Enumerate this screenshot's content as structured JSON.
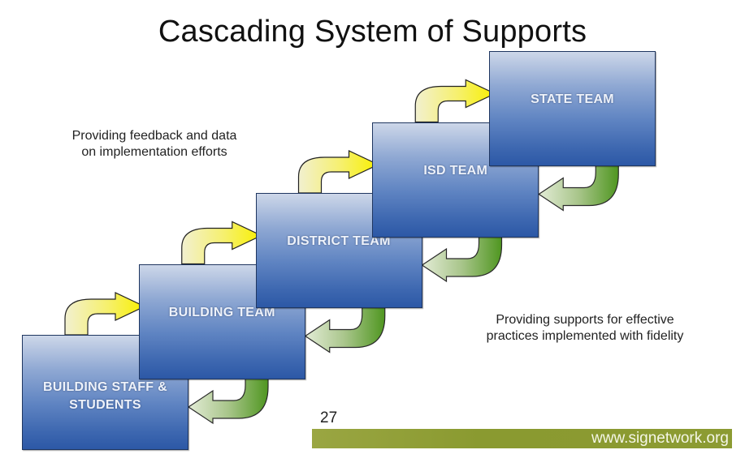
{
  "slide": {
    "title": "Cascading System of Supports",
    "page_number": "27",
    "footer_url": "www.signetwork.org",
    "notes": {
      "upward": [
        "Providing feedback and data",
        "on implementation efforts"
      ],
      "downward": [
        "Providing supports for effective",
        "practices implemented with fidelity"
      ]
    }
  },
  "levels": [
    {
      "label_lines": [
        "BUILDING STAFF &",
        "STUDENTS"
      ]
    },
    {
      "label_lines": [
        "BUILDING TEAM"
      ]
    },
    {
      "label_lines": [
        "DISTRICT TEAM"
      ]
    },
    {
      "label_lines": [
        "ISD TEAM"
      ]
    },
    {
      "label_lines": [
        "STATE TEAM"
      ]
    }
  ],
  "arrows": {
    "upward": {
      "meaning": "feedback",
      "color": "#f5f000"
    },
    "downward": {
      "meaning": "supports",
      "color": "#5e9a2a"
    }
  },
  "colors": {
    "box_top": "#cdd7e9",
    "box_bottom": "#2c58a6",
    "footer_bar": "#8c9b32"
  }
}
